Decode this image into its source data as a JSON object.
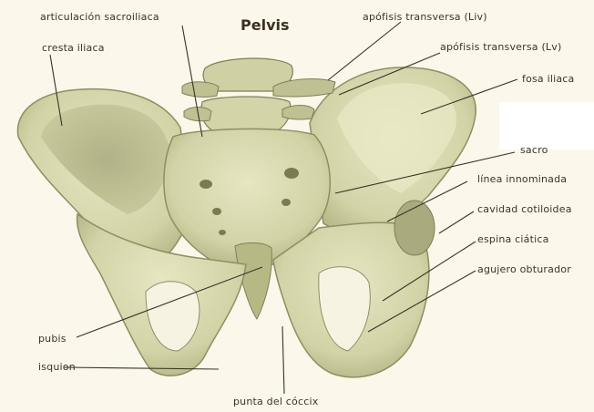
{
  "title": "Pelvis",
  "labels": {
    "articulacion_sacroiliaca": "articulación sacroiliaca",
    "cresta_iliaca": "cresta iliaca",
    "apofisis_transversa_liv": "apófisis transversa (Liv)",
    "apofisis_transversa_lv": "apófisis transversa (Lv)",
    "fosa_iliaca": "fosa iliaca",
    "sacro": "sacro",
    "linea_innominada": "línea innominada",
    "cavidad_cotiloidea": "cavidad cotiloidea",
    "espina_ciatica": "espina ciática",
    "agujero_obturador": "agujero obturador",
    "pubis": "pubis",
    "isquion": "isquion",
    "punta_del_coccix": "punta del cóccix"
  },
  "colors": {
    "background": "#fbf7ea",
    "bone": "#dcdcb2",
    "bone_shadow": "#a9ab7e",
    "bone_dark": "#6f7148",
    "leader_line": "#3a3328"
  }
}
